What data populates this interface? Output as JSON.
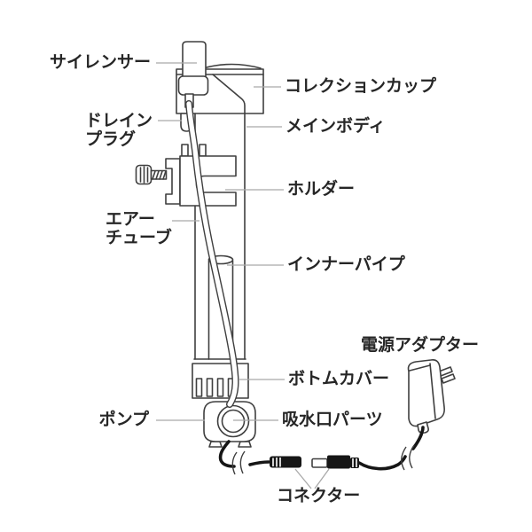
{
  "diagram_type": "aquarium-protein-skimmer-parts-diagram",
  "colors": {
    "background": "#ffffff",
    "line_art": "#3f3f3f",
    "leader_line": "#a9a9a9",
    "cable": "#161616",
    "label_text": "#262626"
  },
  "labels": {
    "silencer": "サイレンサー",
    "collection_cup": "コレクションカップ",
    "drain_plug": [
      "ドレイン",
      "プラグ"
    ],
    "main_body": "メインボディ",
    "holder": "ホルダー",
    "air_tube": [
      "エアー",
      "チューブ"
    ],
    "inner_pipe": "インナーパイプ",
    "power_adapter": "電源アダプター",
    "bottom_cover": "ボトムカバー",
    "pump": "ポンプ",
    "intake_part": "吸水口パーツ",
    "connector": "コネクター"
  }
}
